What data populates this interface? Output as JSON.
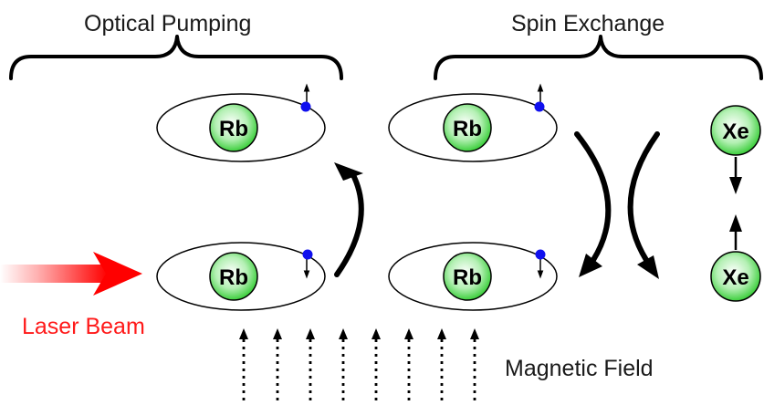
{
  "labels": {
    "optical_pumping": "Optical Pumping",
    "spin_exchange": "Spin Exchange",
    "laser_beam": "Laser Beam",
    "magnetic_field": "Magnetic Field"
  },
  "atoms": {
    "rb": "Rb",
    "xe": "Xe"
  },
  "colors": {
    "atom_green": "#33cc33",
    "electron_blue": "#1010ee",
    "laser_red": "#ff1a1a",
    "line_black": "#000000"
  }
}
